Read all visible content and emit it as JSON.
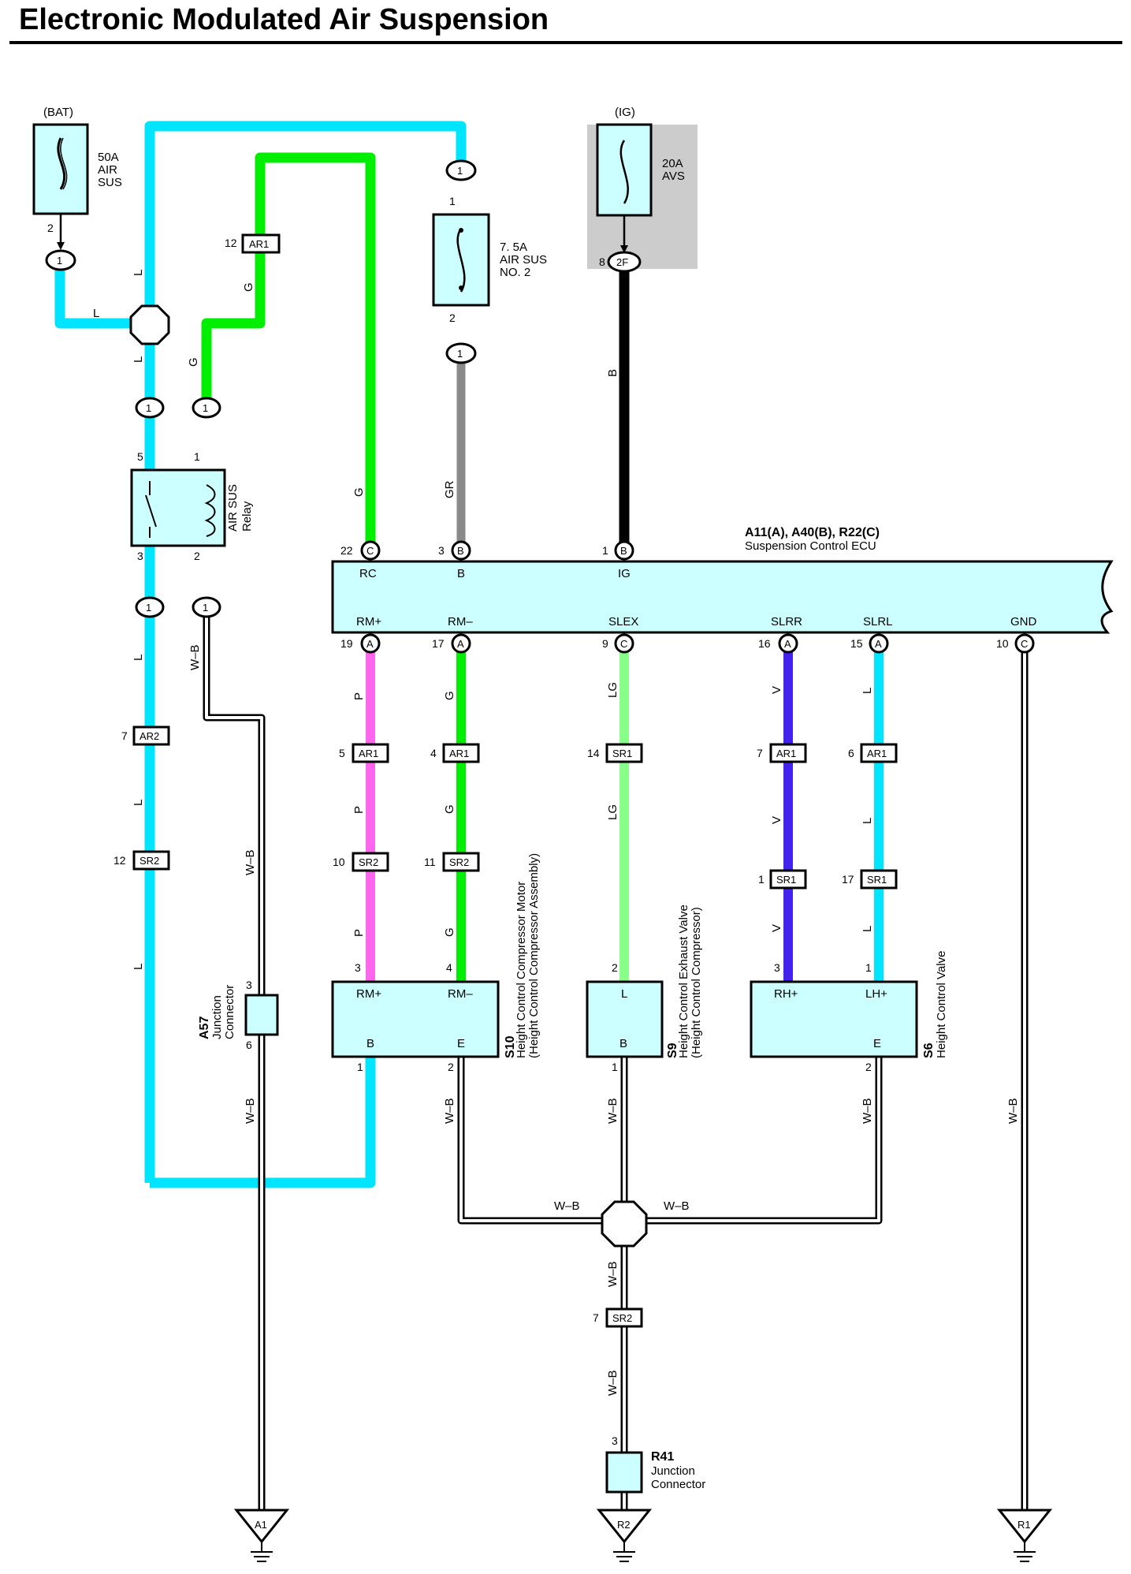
{
  "title": "Electronic Modulated Air Suspension",
  "colors": {
    "L": "#00e5ff",
    "G": "#00ee00",
    "GR": "#8a8a8a",
    "B": "#000000",
    "P": "#ff66ee",
    "LG": "#88ff88",
    "V": "#4422ee",
    "component_fill": "#ccffff",
    "ig_shade": "#cccccc"
  },
  "fuses": {
    "bat": {
      "source": "(BAT)",
      "rating": "50A",
      "name1": "AIR",
      "name2": "SUS",
      "pin": "2",
      "conn": "1"
    },
    "air_sus2": {
      "rating": "7. 5A",
      "name1": "AIR SUS",
      "name2": "NO. 2",
      "pin_top": "1",
      "pin_bot": "2",
      "conn_top": "1",
      "conn_bot": "1"
    },
    "avs": {
      "source": "(IG)",
      "rating": "20A",
      "name": "AVS",
      "pin": "8",
      "conn": "2F"
    }
  },
  "relay": {
    "name1": "AIR SUS",
    "name2": "Relay",
    "pin5": "5",
    "pin1": "1",
    "pin3": "3",
    "pin2": "2",
    "conn": "1"
  },
  "wire_labels": {
    "L": "L",
    "G": "G",
    "GR": "GR",
    "B": "B",
    "WB": "W–B",
    "P": "P",
    "LG": "LG",
    "V": "V"
  },
  "ecu": {
    "ref": "A11(A), A40(B), R22(C)",
    "name": "Suspension Control ECU",
    "top_pins": [
      {
        "num": "22",
        "conn": "C",
        "label": "RC"
      },
      {
        "num": "3",
        "conn": "B",
        "label": "B"
      },
      {
        "num": "1",
        "conn": "B",
        "label": "IG"
      }
    ],
    "bottom_pins": [
      {
        "num": "19",
        "conn": "A",
        "label": "RM+"
      },
      {
        "num": "17",
        "conn": "A",
        "label": "RM–"
      },
      {
        "num": "9",
        "conn": "C",
        "label": "SLEX"
      },
      {
        "num": "16",
        "conn": "A",
        "label": "SLRR"
      },
      {
        "num": "15",
        "conn": "A",
        "label": "SLRL"
      },
      {
        "num": "10",
        "conn": "C",
        "label": "GND"
      }
    ]
  },
  "connectors": {
    "ar1": "AR1",
    "ar2": "AR2",
    "sr1": "SR1",
    "sr2": "SR2",
    "ar1_relay_pin": "12",
    "ar2_pin": "7",
    "sr2_left_pin": "12",
    "rm_plus_ar1": "5",
    "rm_plus_sr2": "10",
    "rm_minus_ar1": "4",
    "rm_minus_sr2": "11",
    "slex_sr1": "14",
    "slrr_ar1": "7",
    "slrr_sr1": "1",
    "slrl_ar1": "6",
    "slrl_sr1": "17",
    "ground_sr2": "7"
  },
  "components": {
    "s10": {
      "id": "S10",
      "name": "Height Control Compressor Motor",
      "sub": "(Height Control Compressor Assembly)",
      "t1": "RM+",
      "t2": "RM–",
      "t3": "B",
      "t4": "E",
      "p3": "3",
      "p4": "4",
      "p1": "1",
      "p2": "2"
    },
    "s9": {
      "id": "S9",
      "name": "Height Control Exhaust Valve",
      "sub": "(Height Control Compressor)",
      "t1": "L",
      "t2": "B",
      "p2": "2",
      "p1": "1"
    },
    "s6": {
      "id": "S6",
      "name": "Height Control Valve",
      "t1": "RH+",
      "t2": "LH+",
      "t3": "E",
      "p3": "3",
      "p1": "1",
      "p2": "2"
    },
    "a57": {
      "id": "A57",
      "name1": "Junction",
      "name2": "Connector",
      "p3": "3",
      "p6": "6"
    },
    "r41": {
      "id": "R41",
      "name1": "Junction",
      "name2": "Connector",
      "p3": "3"
    }
  },
  "grounds": {
    "a1": "A1",
    "r2": "R2",
    "r1": "R1"
  }
}
